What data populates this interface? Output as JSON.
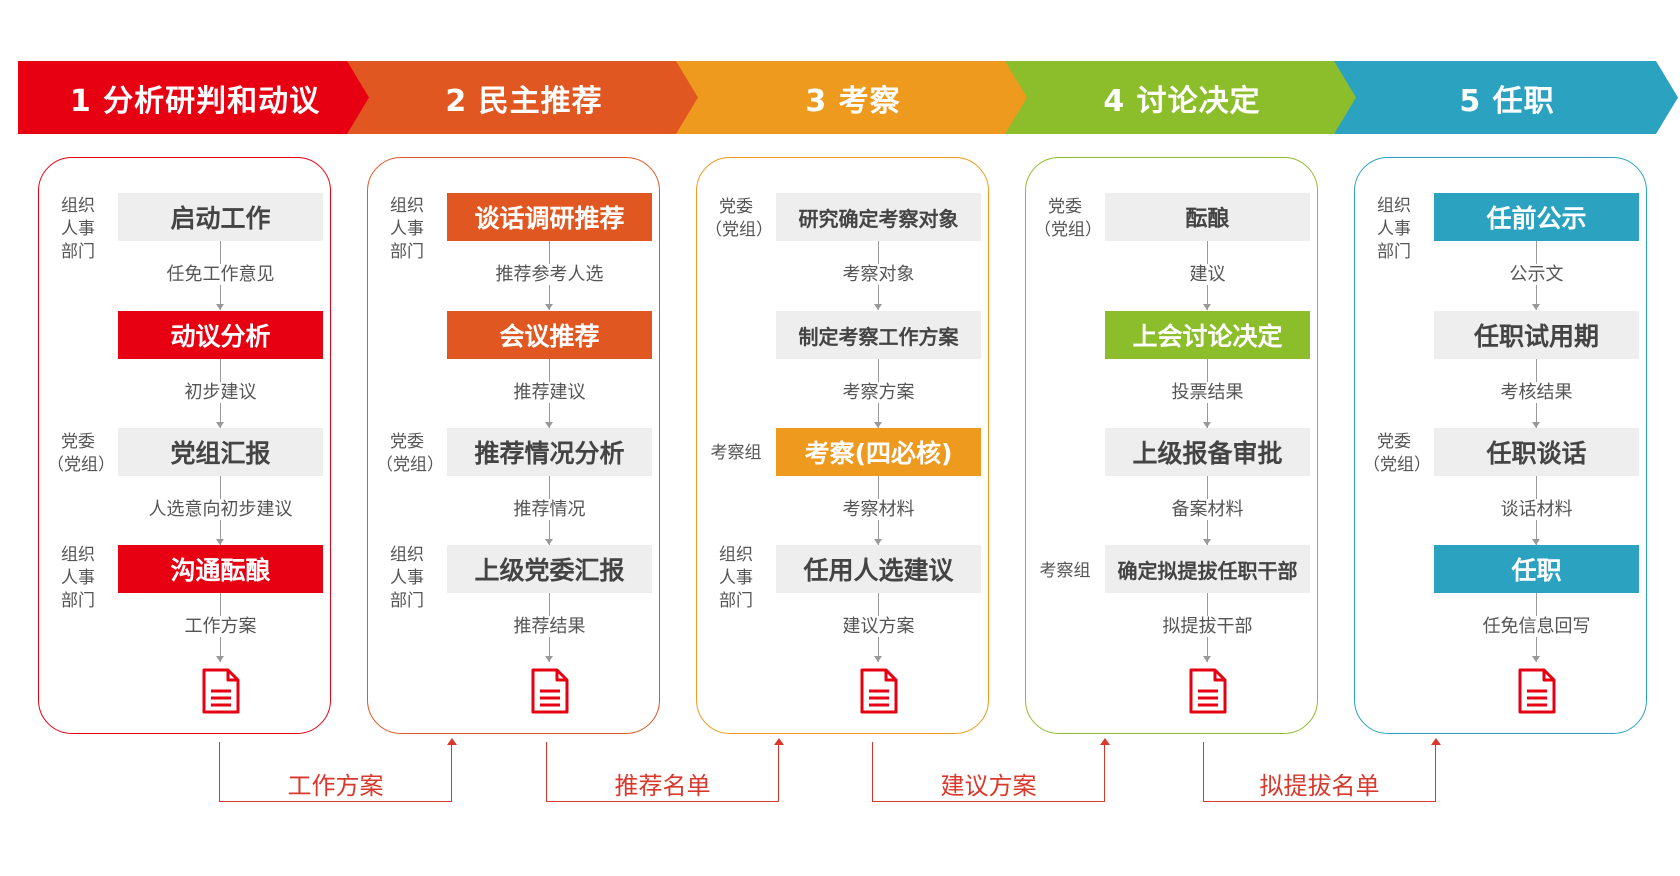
{
  "colors": {
    "stage1": "#e60012",
    "stage2": "#e05722",
    "stage3": "#ee9a1f",
    "stage4": "#8cbe2c",
    "stage5": "#2ba3c0",
    "grey_box": "#eeeeee",
    "bracket": "#d9392c"
  },
  "stages": [
    {
      "title": "1 分析研判和动议",
      "rows": [
        {
          "label": "组织\n人事\n部门",
          "box": "启动工作",
          "accent": false,
          "edge": "任免工作意见"
        },
        {
          "label": "",
          "box": "动议分析",
          "accent": true,
          "edge": "初步建议"
        },
        {
          "label": "党委\n（党组）",
          "box": "党组汇报",
          "accent": false,
          "edge": "人选意向初步建议"
        },
        {
          "label": "组织\n人事\n部门",
          "box": "沟通酝酿",
          "accent": true,
          "edge": "工作方案"
        }
      ],
      "doc_icon": "document-icon"
    },
    {
      "title": "2 民主推荐",
      "rows": [
        {
          "label": "组织\n人事\n部门",
          "box": "谈话调研推荐",
          "accent": true,
          "edge": "推荐参考人选"
        },
        {
          "label": "",
          "box": "会议推荐",
          "accent": true,
          "edge": "推荐建议"
        },
        {
          "label": "党委\n（党组）",
          "box": "推荐情况分析",
          "accent": false,
          "edge": "推荐情况"
        },
        {
          "label": "组织\n人事\n部门",
          "box": "上级党委汇报",
          "accent": false,
          "edge": "推荐结果"
        }
      ],
      "doc_icon": "document-icon"
    },
    {
      "title": "3 考察",
      "rows": [
        {
          "label": "党委\n（党组）",
          "box": "研究确定考察对象",
          "accent": false,
          "edge": "考察对象"
        },
        {
          "label": "",
          "box": "制定考察工作方案",
          "accent": false,
          "edge": "考察方案"
        },
        {
          "label": "考察组",
          "box": "考察(四必核)",
          "accent": true,
          "edge": "考察材料"
        },
        {
          "label": "组织\n人事\n部门",
          "box": "任用人选建议",
          "accent": false,
          "edge": "建议方案"
        }
      ],
      "doc_icon": "document-icon"
    },
    {
      "title": "4 讨论决定",
      "rows": [
        {
          "label": "党委\n（党组）",
          "box": "酝酿",
          "accent": false,
          "edge": "建议"
        },
        {
          "label": "",
          "box": "上会讨论决定",
          "accent": true,
          "edge": "投票结果"
        },
        {
          "label": "",
          "box": "上级报备审批",
          "accent": false,
          "edge": "备案材料"
        },
        {
          "label": "考察组",
          "box": "确定拟提拔任职干部",
          "accent": false,
          "edge": "拟提拔干部"
        }
      ],
      "doc_icon": "document-icon"
    },
    {
      "title": "5 任职",
      "rows": [
        {
          "label": "组织\n人事\n部门",
          "box": "任前公示",
          "accent": true,
          "edge": "公示文"
        },
        {
          "label": "",
          "box": "任职试用期",
          "accent": false,
          "edge": "考核结果"
        },
        {
          "label": "党委\n（党组）",
          "box": "任职谈话",
          "accent": false,
          "edge": "谈话材料"
        },
        {
          "label": "",
          "box": "任职",
          "accent": true,
          "edge": "任免信息回写"
        }
      ],
      "doc_icon": "document-icon"
    }
  ],
  "handoffs": [
    "工作方案",
    "推荐名单",
    "建议方案",
    "拟提拔名单"
  ]
}
